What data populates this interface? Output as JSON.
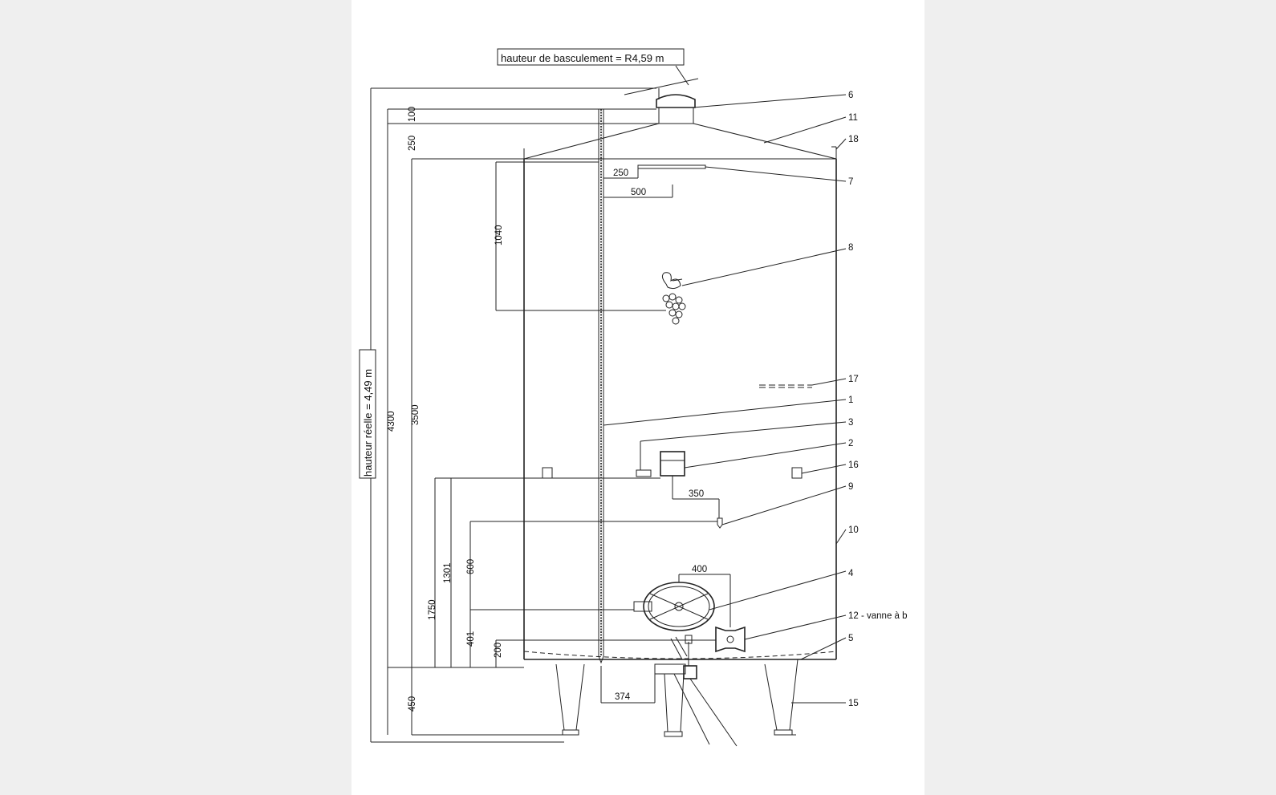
{
  "annotations": {
    "tilt_height": "hauteur de basculement = R4,59 m",
    "real_height": "hauteur réelle = 4,49 m"
  },
  "dimensions": {
    "d100": "100",
    "d250_left": "250",
    "d1040": "1040",
    "d250": "250",
    "d500": "500",
    "d3500": "3500",
    "d4300": "4300",
    "d350": "350",
    "d1301": "1301",
    "d600": "600",
    "d1750": "1750",
    "d400": "400",
    "d401": "401",
    "d200": "200",
    "d450": "450",
    "d374": "374"
  },
  "callouts": [
    {
      "num": "6"
    },
    {
      "num": "11"
    },
    {
      "num": "18"
    },
    {
      "num": "7"
    },
    {
      "num": "8"
    },
    {
      "num": "17"
    },
    {
      "num": "1"
    },
    {
      "num": "3"
    },
    {
      "num": "2"
    },
    {
      "num": "16"
    },
    {
      "num": "9"
    },
    {
      "num": "10"
    },
    {
      "num": "4"
    },
    {
      "num": "12 - vanne à b"
    },
    {
      "num": "5"
    },
    {
      "num": "15"
    }
  ],
  "colors": {
    "line": "#222222",
    "paper": "#ffffff",
    "background": "#efefef"
  }
}
